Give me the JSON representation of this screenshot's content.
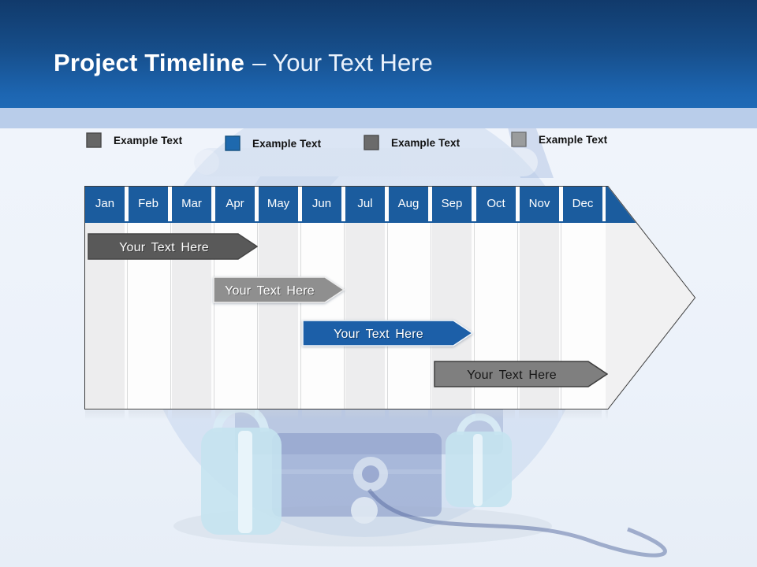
{
  "slide": {
    "title_main": "Project Timeline",
    "title_sub": "– Your Text Here"
  },
  "legend": {
    "items": [
      {
        "label": "Example Text",
        "color": "#666666",
        "border": "#4a4a4a"
      },
      {
        "label": "Example Text",
        "color": "#1e69ae",
        "border": "#14507f"
      },
      {
        "label": "Example Text",
        "color": "#6b6b6b",
        "border": "#4a4a4a"
      },
      {
        "label": "Example Text",
        "color": "#9a9c9d",
        "border": "#6f7273"
      }
    ]
  },
  "timeline": {
    "months": [
      "Jan",
      "Feb",
      "Mar",
      "Apr",
      "May",
      "Jun",
      "Jul",
      "Aug",
      "Sep",
      "Oct",
      "Nov",
      "Dec"
    ],
    "header_color": "#1b5c9e",
    "stripe_color": "#ededee",
    "bars": [
      {
        "label": "Your Text Here",
        "start": "Jan",
        "end": "Mar",
        "color": "#595959",
        "border": "#454545",
        "text_color": "#ffffff",
        "text_shadow": "rgba(0,0,0,0.40)"
      },
      {
        "label": "Your Text Here",
        "start": "Apr",
        "end": "Jun",
        "color": "#8f8f8f",
        "border": "#ededed",
        "text_color": "#ffffff",
        "text_shadow": "rgba(0,0,0,0.35)"
      },
      {
        "label": "Your Text Here",
        "start": "Jun",
        "end": "Sep",
        "color": "#1c5fa8",
        "border": "#f2f6fa",
        "text_color": "#ffffff",
        "text_shadow": "rgba(0,0,0,0.40)"
      },
      {
        "label": "Your Text Here",
        "start": "Sep",
        "end": "Dec",
        "color": "#7f7f7f",
        "border": "#3e3e3e",
        "text_color": "#161616",
        "text_shadow": "rgba(255,255,255,0.20)"
      }
    ]
  }
}
